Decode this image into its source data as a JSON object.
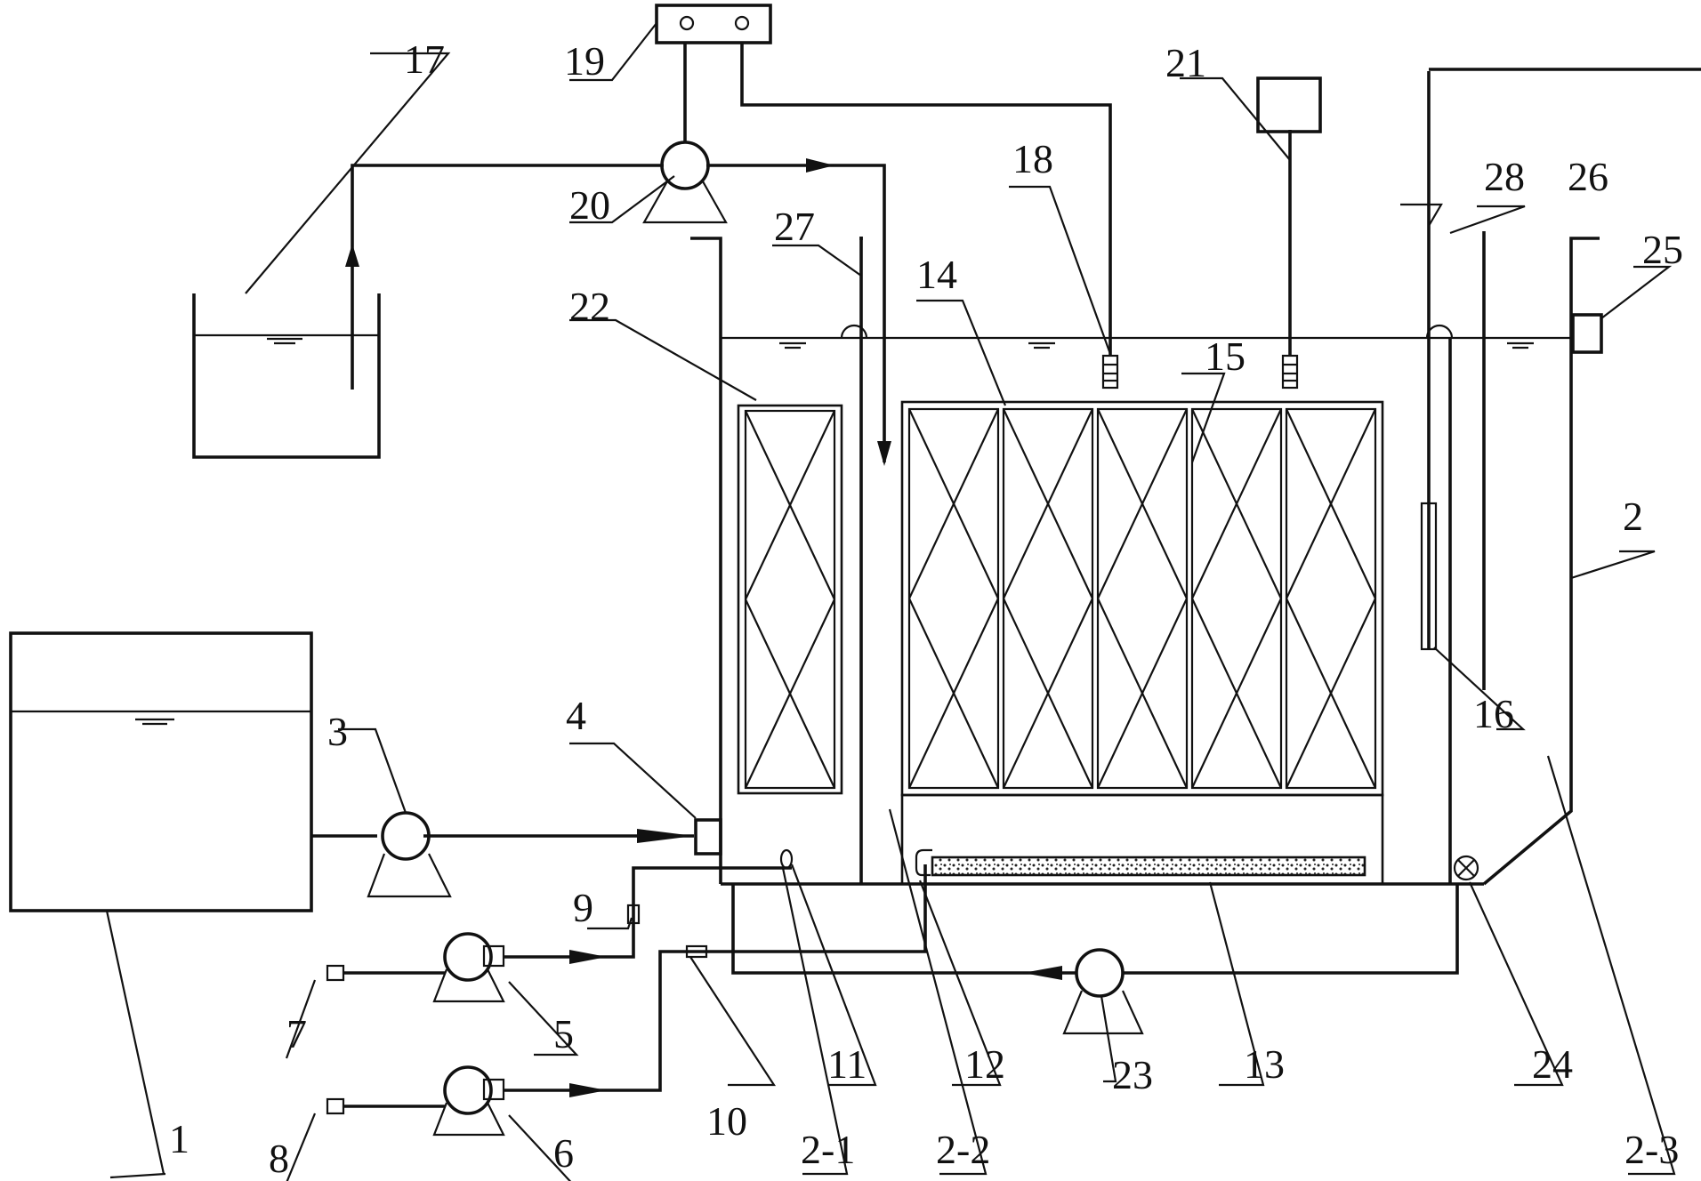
{
  "labels": {
    "l1": "1",
    "l2": "2",
    "l2_1": "2-1",
    "l2_2": "2-2",
    "l2_3": "2-3",
    "l3": "3",
    "l4": "4",
    "l5": "5",
    "l6": "6",
    "l7": "7",
    "l8": "8",
    "l9": "9",
    "l10": "10",
    "l11": "11",
    "l12": "12",
    "l13": "13",
    "l14": "14",
    "l15": "15",
    "l16": "16",
    "l17": "17",
    "l18": "18",
    "l19": "19",
    "l20": "20",
    "l21": "21",
    "l22": "22",
    "l23": "23",
    "l24": "24",
    "l25": "25",
    "l26": "26",
    "l27": "27",
    "l28": "28"
  }
}
